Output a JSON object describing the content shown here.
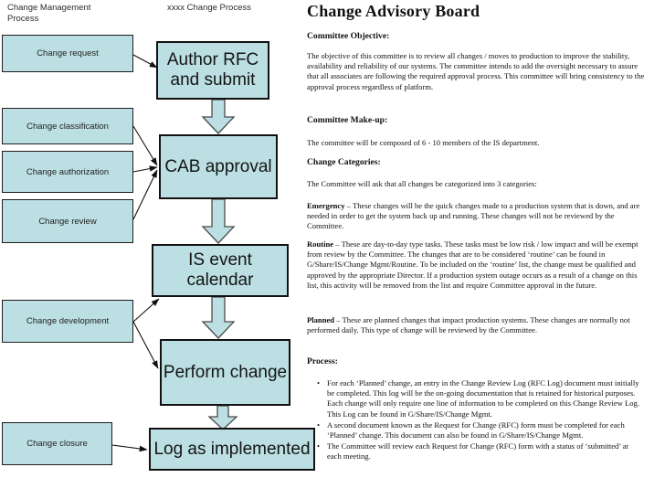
{
  "diagram": {
    "header_left": "Change Management\nProcess",
    "header_right": "xxxx Change Process",
    "box_fill": "#bcdfe3",
    "box_stroke": "#121212",
    "stages": [
      {
        "label": "Change request"
      },
      {
        "label": "Change classification"
      },
      {
        "label": "Change authorization"
      },
      {
        "label": "Change review"
      },
      {
        "label": "Change development"
      },
      {
        "label": "Change closure"
      }
    ],
    "flow_steps": [
      {
        "label": "Author RFC\nand submit"
      },
      {
        "label": "CAB approval"
      },
      {
        "label": "IS event calendar"
      },
      {
        "label": "Perform change"
      },
      {
        "label": "Log as implemented"
      }
    ]
  },
  "document": {
    "title": "Change Advisory Board",
    "objective_heading": "Committee Objective:",
    "objective_body": "The objective of this committee is to review all changes / moves to production to improve the stability, availability and reliability of our systems.  The committee intends to add the oversight necessary to assure that all associates are following the required approval process.  This committee will bring consistency to the approval process regardless of platform.",
    "makeup_heading": "Committee Make-up:",
    "makeup_body": "The committee will be composed of 6 - 10 members of the IS department.",
    "categories_heading": "Change Categories:",
    "categories_intro": "The Committee will ask that all changes be categorized into 3 categories:",
    "emergency_lead": "Emergency",
    "emergency_body": " – These changes will be the quick changes made to a production system that is down, and are needed in order to get the system back up and running.  These changes will not be reviewed by the Committee.",
    "routine_lead": "Routine",
    "routine_body": " – These are day-to-day type tasks.  These tasks must be low risk / low impact and will be exempt from review by the Committee.  The changes that are to be considered ‘routine’ can be found in G/Share/IS/Change Mgmt/Routine.  To be included on the ‘routine’ list, the change must be qualified and approved by the appropriate Director.  If a production system outage occurs as a result of a change on this list, this activity will be removed from the list and require Committee approval in the future.",
    "planned_lead": "Planned",
    "planned_body": " – These are planned changes that impact production systems.  These changes are normally not performed daily.  This type of change will be reviewed by the Committee.",
    "process_heading": "Process:",
    "process_items": [
      "For each ‘Planned’ change, an entry in the Change Review Log (RFC Log) document must initially be completed.  This log will be the on-going documentation that is retained for historical purposes.  Each change will only require one line of information to be completed on this Change Review Log.  This Log can be found in G/Share/IS/Change Mgmt.",
      " A second document known as the Request for Change (RFC) form must be completed for each ‘Planned’ change.  This document can also be found in G/Share/IS/Change Mgmt.",
      "The Committee will review each Request for Change (RFC) form with a status of ‘submitted’ at each meeting."
    ]
  }
}
